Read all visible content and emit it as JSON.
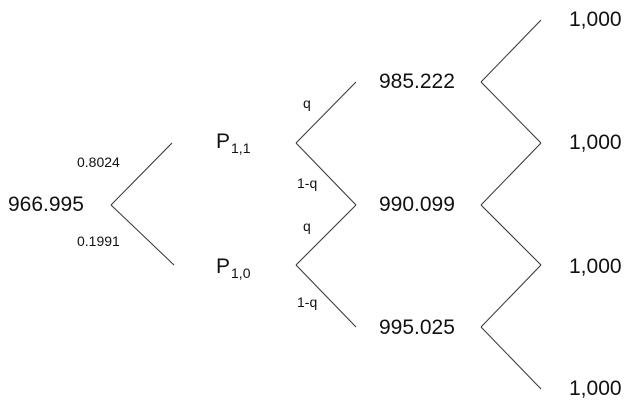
{
  "root": {
    "value": "966.995"
  },
  "root_probs": {
    "up": "0.8024",
    "down": "0.1991"
  },
  "year1": {
    "upper": {
      "base": "P",
      "sub": "1,1"
    },
    "lower": {
      "base": "P",
      "sub": "1,0"
    }
  },
  "branch_labels": {
    "upper_up": "q",
    "upper_down": "1-q",
    "lower_up": "q",
    "lower_down": "1-q"
  },
  "year2": [
    "985.222",
    "990.099",
    "995.025"
  ],
  "maturity": [
    "1,000",
    "1,000",
    "1,000",
    "1,000"
  ],
  "line_color": "#333333"
}
